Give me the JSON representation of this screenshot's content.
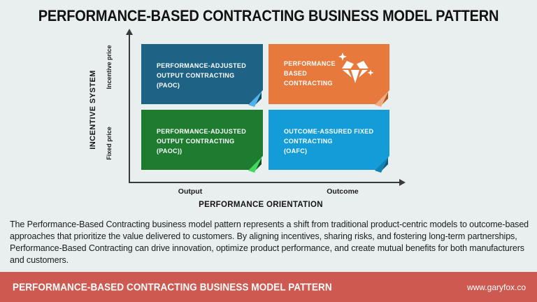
{
  "page": {
    "title": "PERFORMANCE-BASED CONTRACTING BUSINESS MODEL PATTERN",
    "background_color": "#e9efee"
  },
  "matrix": {
    "y_axis": {
      "title": "INCENTIVE SYSTEM",
      "top_label": "Incentive price",
      "bottom_label": "Fixed price"
    },
    "x_axis": {
      "title": "PERFORMANCE ORIENTATION",
      "left_label": "Output",
      "right_label": "Outcome"
    },
    "quadrants": [
      {
        "position": "top-left",
        "lines": [
          "PERFORMANCE-ADJUSTED",
          "OUTPUT CONTRACTING",
          "(PAOC)"
        ],
        "color": "#1e6386",
        "fold": "#4fb3e8",
        "fold_shadow": "#133f56"
      },
      {
        "position": "top-right",
        "lines": [
          "PERFORMANCE",
          "BASED",
          "CONTRACTING"
        ],
        "icon": "diamond-sparkle-icon",
        "color": "#e6793b",
        "fold": "#f0ad85",
        "fold_shadow": "#b05413"
      },
      {
        "position": "bottom-left",
        "lines": [
          "PERFORMANCE-ADJUSTED",
          "OUTPUT CONTRACTING",
          "(PAOC))"
        ],
        "color": "#1e7c31",
        "fold": "#41d95e",
        "fold_shadow": "#124c1d"
      },
      {
        "position": "bottom-right",
        "lines": [
          "OUTCOME-ASSURED FIXED",
          "CONTRACTING",
          "(OAFC)"
        ],
        "color": "#139cd7",
        "fold": "#0e83b5",
        "fold_shadow": "#0a5e85"
      }
    ]
  },
  "description": "The Performance-Based Contracting business model pattern represents a shift from traditional product-centric models to outcome-based approaches that prioritize the value delivered to customers. By aligning incentives, sharing risks, and fostering long-term partnerships, Performance-Based Contracting can drive innovation, optimize product performance, and create mutual benefits for both manufacturers and customers.",
  "footer": {
    "title": "PERFORMANCE-BASED CONTRACTING BUSINESS MODEL PATTERN",
    "website": "www.garyfox.co",
    "color": "#cd5a50"
  }
}
